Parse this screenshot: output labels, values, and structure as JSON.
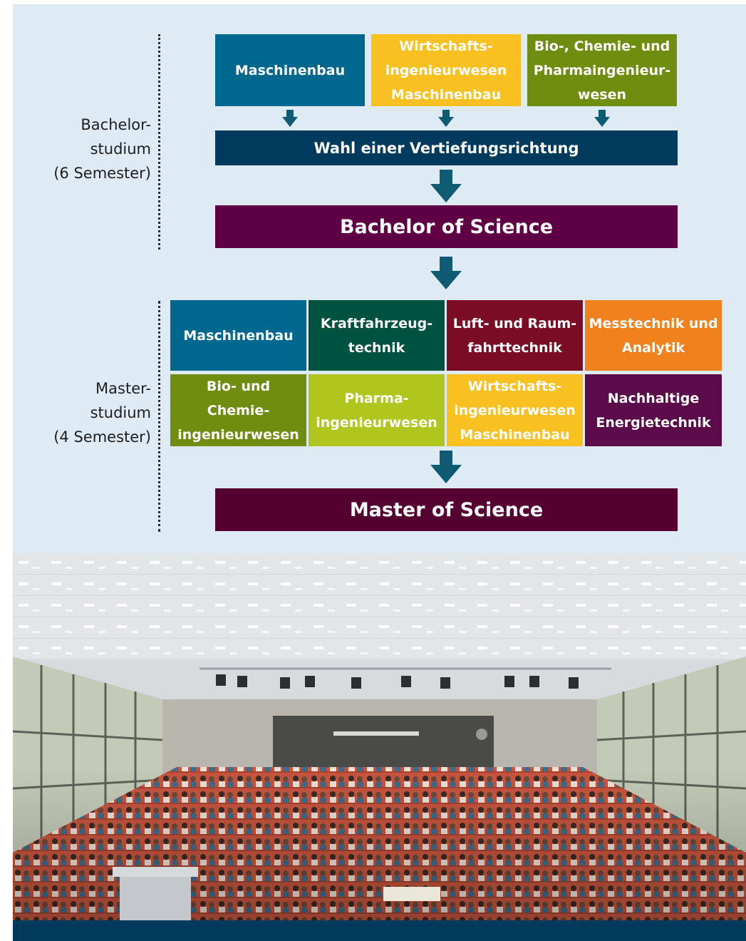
{
  "labels": {
    "bachelor_side": [
      "Bachelor-",
      "studium",
      "(6 Semester)"
    ],
    "master_side": [
      "Master-",
      "studium",
      "(4 Semester)"
    ]
  },
  "bachelor": {
    "programs": [
      {
        "lines": [
          "Maschinenbau"
        ],
        "color": "#00678f"
      },
      {
        "lines": [
          "Wirtschafts-",
          "ingenieurwesen",
          "Maschinenbau"
        ],
        "color": "#f8c021"
      },
      {
        "lines": [
          "Bio-, Chemie- und",
          "Pharmaingenieur-",
          "wesen"
        ],
        "color": "#6f8e0f"
      }
    ],
    "specialization": "Wahl einer Vertiefungsrichtung",
    "degree": "Bachelor of Science"
  },
  "master": {
    "programs": [
      {
        "lines": [
          "Maschinenbau"
        ],
        "color": "#00678f"
      },
      {
        "lines": [
          "Kraftfahrzeug-",
          "technik"
        ],
        "color": "#005240"
      },
      {
        "lines": [
          "Luft- und Raum-",
          "fahrttechnik"
        ],
        "color": "#7a0d25"
      },
      {
        "lines": [
          "Messtechnik und",
          "Analytik"
        ],
        "color": "#f0811d"
      },
      {
        "lines": [
          "Bio- und Chemie-",
          "ingenieurwesen"
        ],
        "color": "#6f8e0f"
      },
      {
        "lines": [
          "Pharma-",
          "ingenieurwesen"
        ],
        "color": "#b0c61e"
      },
      {
        "lines": [
          "Wirtschafts-",
          "ingenieurwesen",
          "Maschinenbau"
        ],
        "color": "#f8c021"
      },
      {
        "lines": [
          "Nachhaltige",
          "Energietechnik"
        ],
        "color": "#5b0a4a"
      }
    ],
    "degree": "Master of Science"
  },
  "colors": {
    "panel_bg": "#deeaf4",
    "specialization_bar": "#003a5c",
    "bachelor_degree_bar": "#5f0045",
    "master_degree_bar": "#540031",
    "arrow": "#0f5b74",
    "footer_bar": "#003a5c"
  }
}
